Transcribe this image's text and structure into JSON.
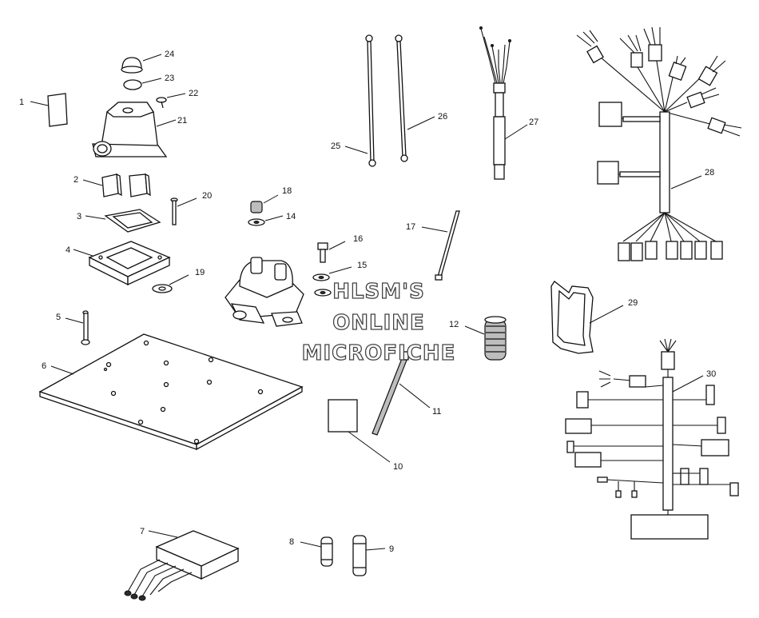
{
  "watermark": {
    "line1": "HLSM'S",
    "line2": "ONLINE",
    "line3": "MICROFICHE"
  },
  "callouts": [
    "1",
    "2",
    "3",
    "4",
    "5",
    "6",
    "7",
    "8",
    "9",
    "10",
    "11",
    "12",
    "14",
    "15",
    "16",
    "17",
    "18",
    "19",
    "20",
    "21",
    "22",
    "23",
    "24",
    "25",
    "26",
    "27",
    "28",
    "29",
    "30"
  ]
}
